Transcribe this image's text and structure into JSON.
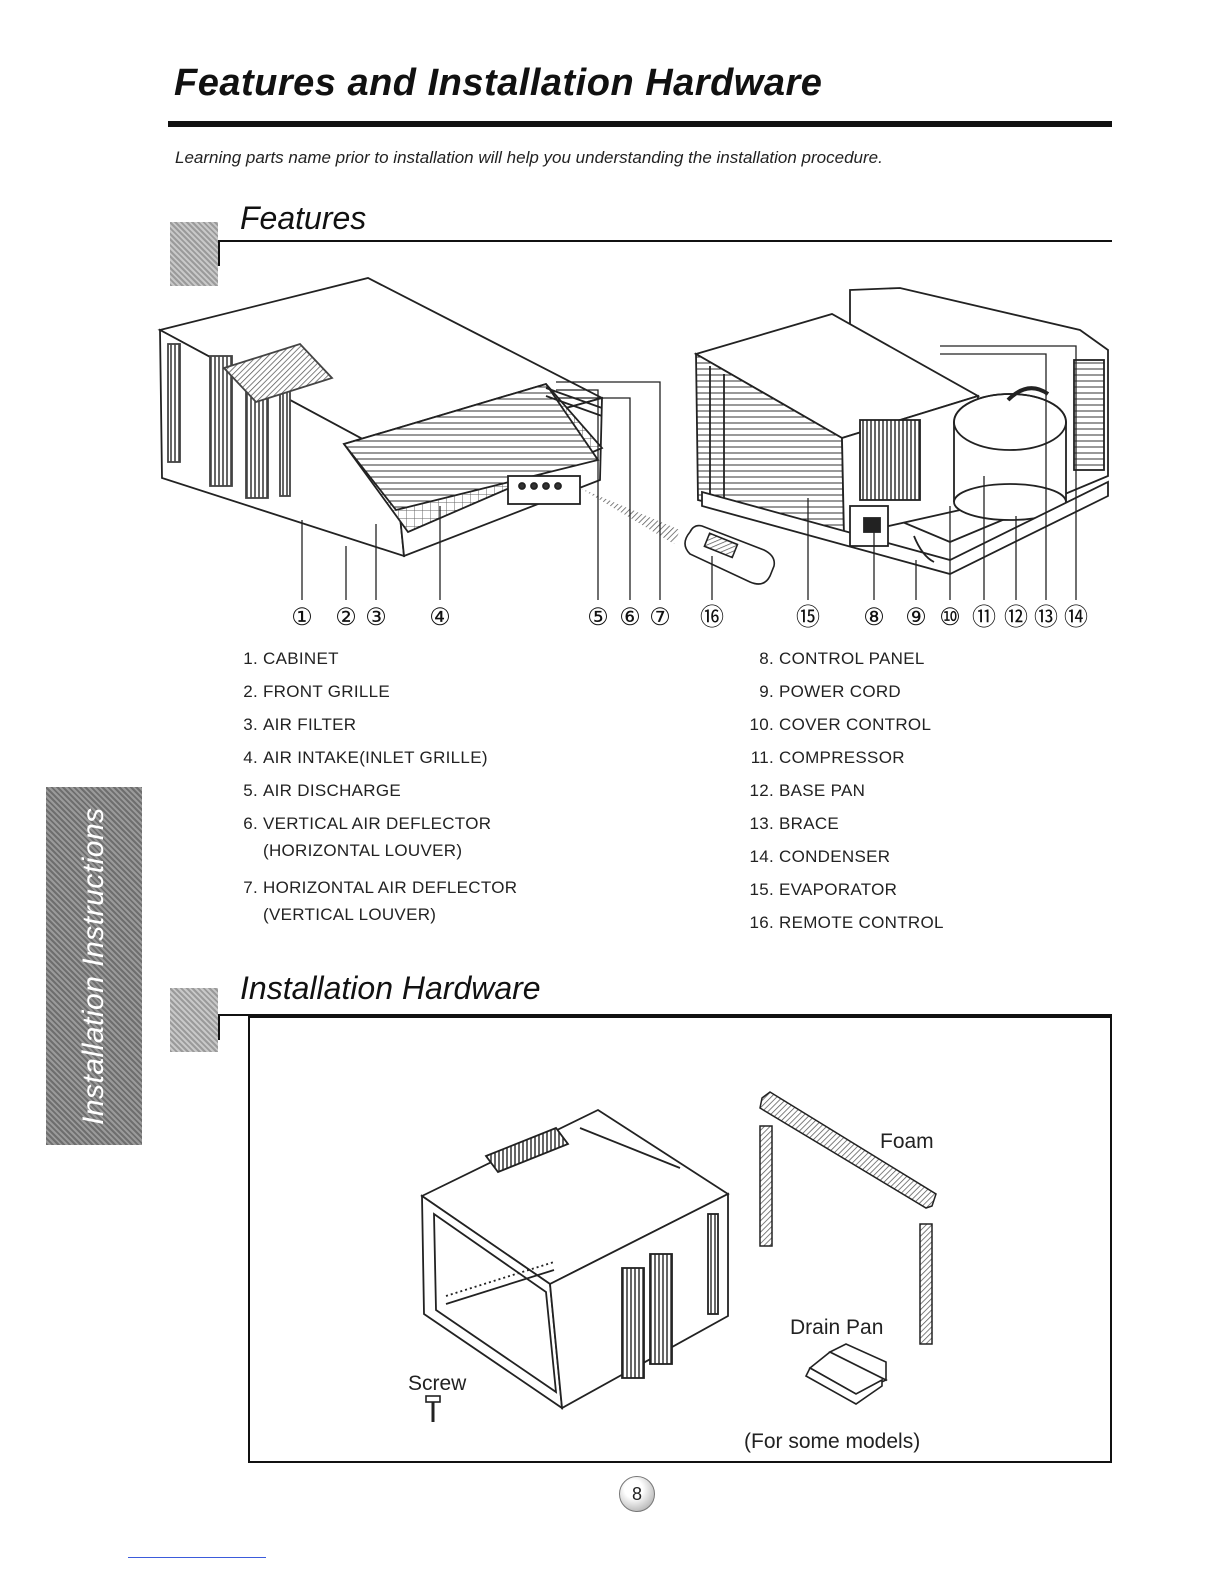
{
  "page": {
    "title": "Features and Installation Hardware",
    "intro": "Learning parts name prior to installation will help you understanding the installation procedure.",
    "side_tab": "Installation Instructions",
    "page_number": "8"
  },
  "features": {
    "heading": "Features",
    "callouts": [
      "①",
      "②",
      "③",
      "④",
      "⑤",
      "⑥",
      "⑦",
      "⑯",
      "⑮",
      "⑧",
      "⑨",
      "⑩",
      "⑪",
      "⑫",
      "⑬",
      "⑭"
    ],
    "parts_left": [
      {
        "num": "1.",
        "name": "CABINET"
      },
      {
        "num": "2.",
        "name": "FRONT GRILLE"
      },
      {
        "num": "3.",
        "name": "AIR FILTER"
      },
      {
        "num": "4.",
        "name": "AIR INTAKE(INLET GRILLE)"
      },
      {
        "num": "5.",
        "name": "AIR DISCHARGE"
      },
      {
        "num": "6.",
        "name": "VERTICAL AIR DEFLECTOR",
        "cont": "(HORIZONTAL LOUVER)"
      },
      {
        "num": "7.",
        "name": "HORIZONTAL AIR DEFLECTOR",
        "cont": "(VERTICAL LOUVER)"
      }
    ],
    "parts_right": [
      {
        "num": "8.",
        "name": "CONTROL PANEL"
      },
      {
        "num": "9.",
        "name": "POWER CORD"
      },
      {
        "num": "10.",
        "name": "COVER CONTROL"
      },
      {
        "num": "11.",
        "name": "COMPRESSOR"
      },
      {
        "num": "12.",
        "name": "BASE PAN"
      },
      {
        "num": "13.",
        "name": "BRACE"
      },
      {
        "num": "14.",
        "name": "CONDENSER"
      },
      {
        "num": "15.",
        "name": "EVAPORATOR"
      },
      {
        "num": "16.",
        "name": "REMOTE CONTROL"
      }
    ]
  },
  "hardware": {
    "heading": "Installation Hardware",
    "labels": {
      "foam": "Foam",
      "drain_pan": "Drain Pan",
      "screw": "Screw",
      "some_models": "(For some models)"
    }
  }
}
